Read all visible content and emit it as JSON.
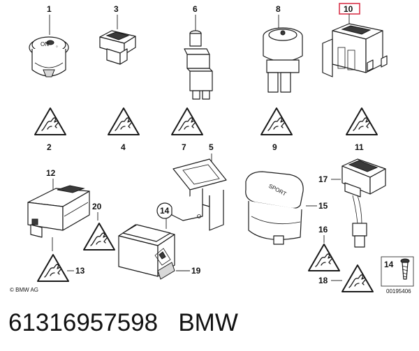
{
  "callouts": {
    "n1": "1",
    "n2": "2",
    "n3": "3",
    "n4": "4",
    "n5": "5",
    "n6": "6",
    "n7": "7",
    "n8": "8",
    "n9": "9",
    "n10": "10",
    "n11": "11",
    "n12": "12",
    "n13": "13",
    "n14": "14",
    "n15": "15",
    "n16": "16",
    "n17": "17",
    "n18": "18",
    "n19": "19",
    "n20": "20",
    "n14b": "14"
  },
  "labels": {
    "copyright": "© BMW AG",
    "drawing_number": "00195406",
    "sport_text": "SPORT"
  },
  "caption": {
    "part_number": "61316957598",
    "brand": "BMW"
  },
  "colors": {
    "highlight": "#d9334a",
    "line": "#1a1a1a"
  },
  "icons": {
    "warning": "warning-triangle-hand-icon",
    "screw": "screw-icon"
  }
}
